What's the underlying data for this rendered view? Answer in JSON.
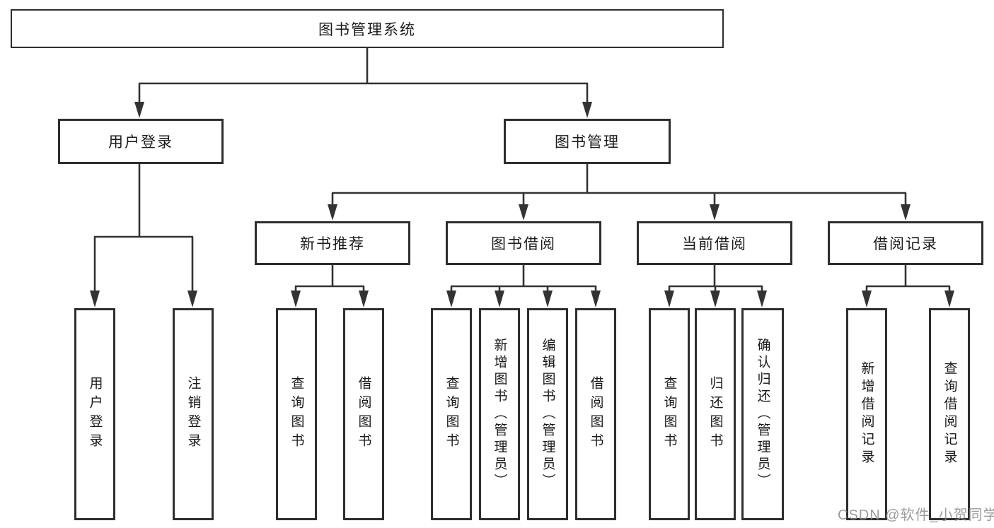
{
  "diagram": {
    "title": "图书管理系统",
    "type": "hierarchy-tree",
    "colors": {
      "line": "#333333",
      "box_border": "#2e2e2e",
      "text": "#1a1a1a",
      "watermark": "#8f8f8f",
      "background": "#ffffff"
    },
    "root": {
      "label": "图书管理系统",
      "children": [
        {
          "label": "用户登录",
          "children": [
            {
              "label": "用户登录"
            },
            {
              "label": "注销登录"
            }
          ]
        },
        {
          "label": "图书管理",
          "children": [
            {
              "label": "新书推荐",
              "children": [
                {
                  "label": "查询图书"
                },
                {
                  "label": "借阅图书"
                }
              ]
            },
            {
              "label": "图书借阅",
              "children": [
                {
                  "label": "查询图书"
                },
                {
                  "label": "新增图书（管理员）"
                },
                {
                  "label": "编辑图书（管理员）"
                },
                {
                  "label": "借阅图书"
                }
              ]
            },
            {
              "label": "当前借阅",
              "children": [
                {
                  "label": "查询图书"
                },
                {
                  "label": "归还图书"
                },
                {
                  "label": "确认归还（管理员）"
                }
              ]
            },
            {
              "label": "借阅记录",
              "children": [
                {
                  "label": "新增借阅记录"
                },
                {
                  "label": "查询借阅记录"
                }
              ]
            }
          ]
        }
      ]
    },
    "watermark": "CSDN @软件_小贺同学"
  }
}
